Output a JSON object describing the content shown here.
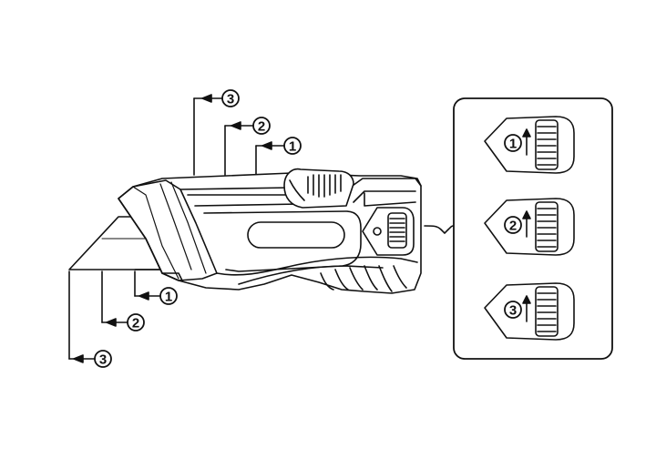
{
  "diagram": {
    "blade_markers": [
      {
        "label": "1"
      },
      {
        "label": "2"
      },
      {
        "label": "3"
      }
    ],
    "positions": [
      {
        "label": "1"
      },
      {
        "label": "2"
      },
      {
        "label": "3"
      }
    ],
    "line_color": "#111111",
    "background": "#ffffff",
    "icons": [
      "utility-knife",
      "slider-button",
      "thumbwheel",
      "arrow-left",
      "arrow-up"
    ]
  }
}
